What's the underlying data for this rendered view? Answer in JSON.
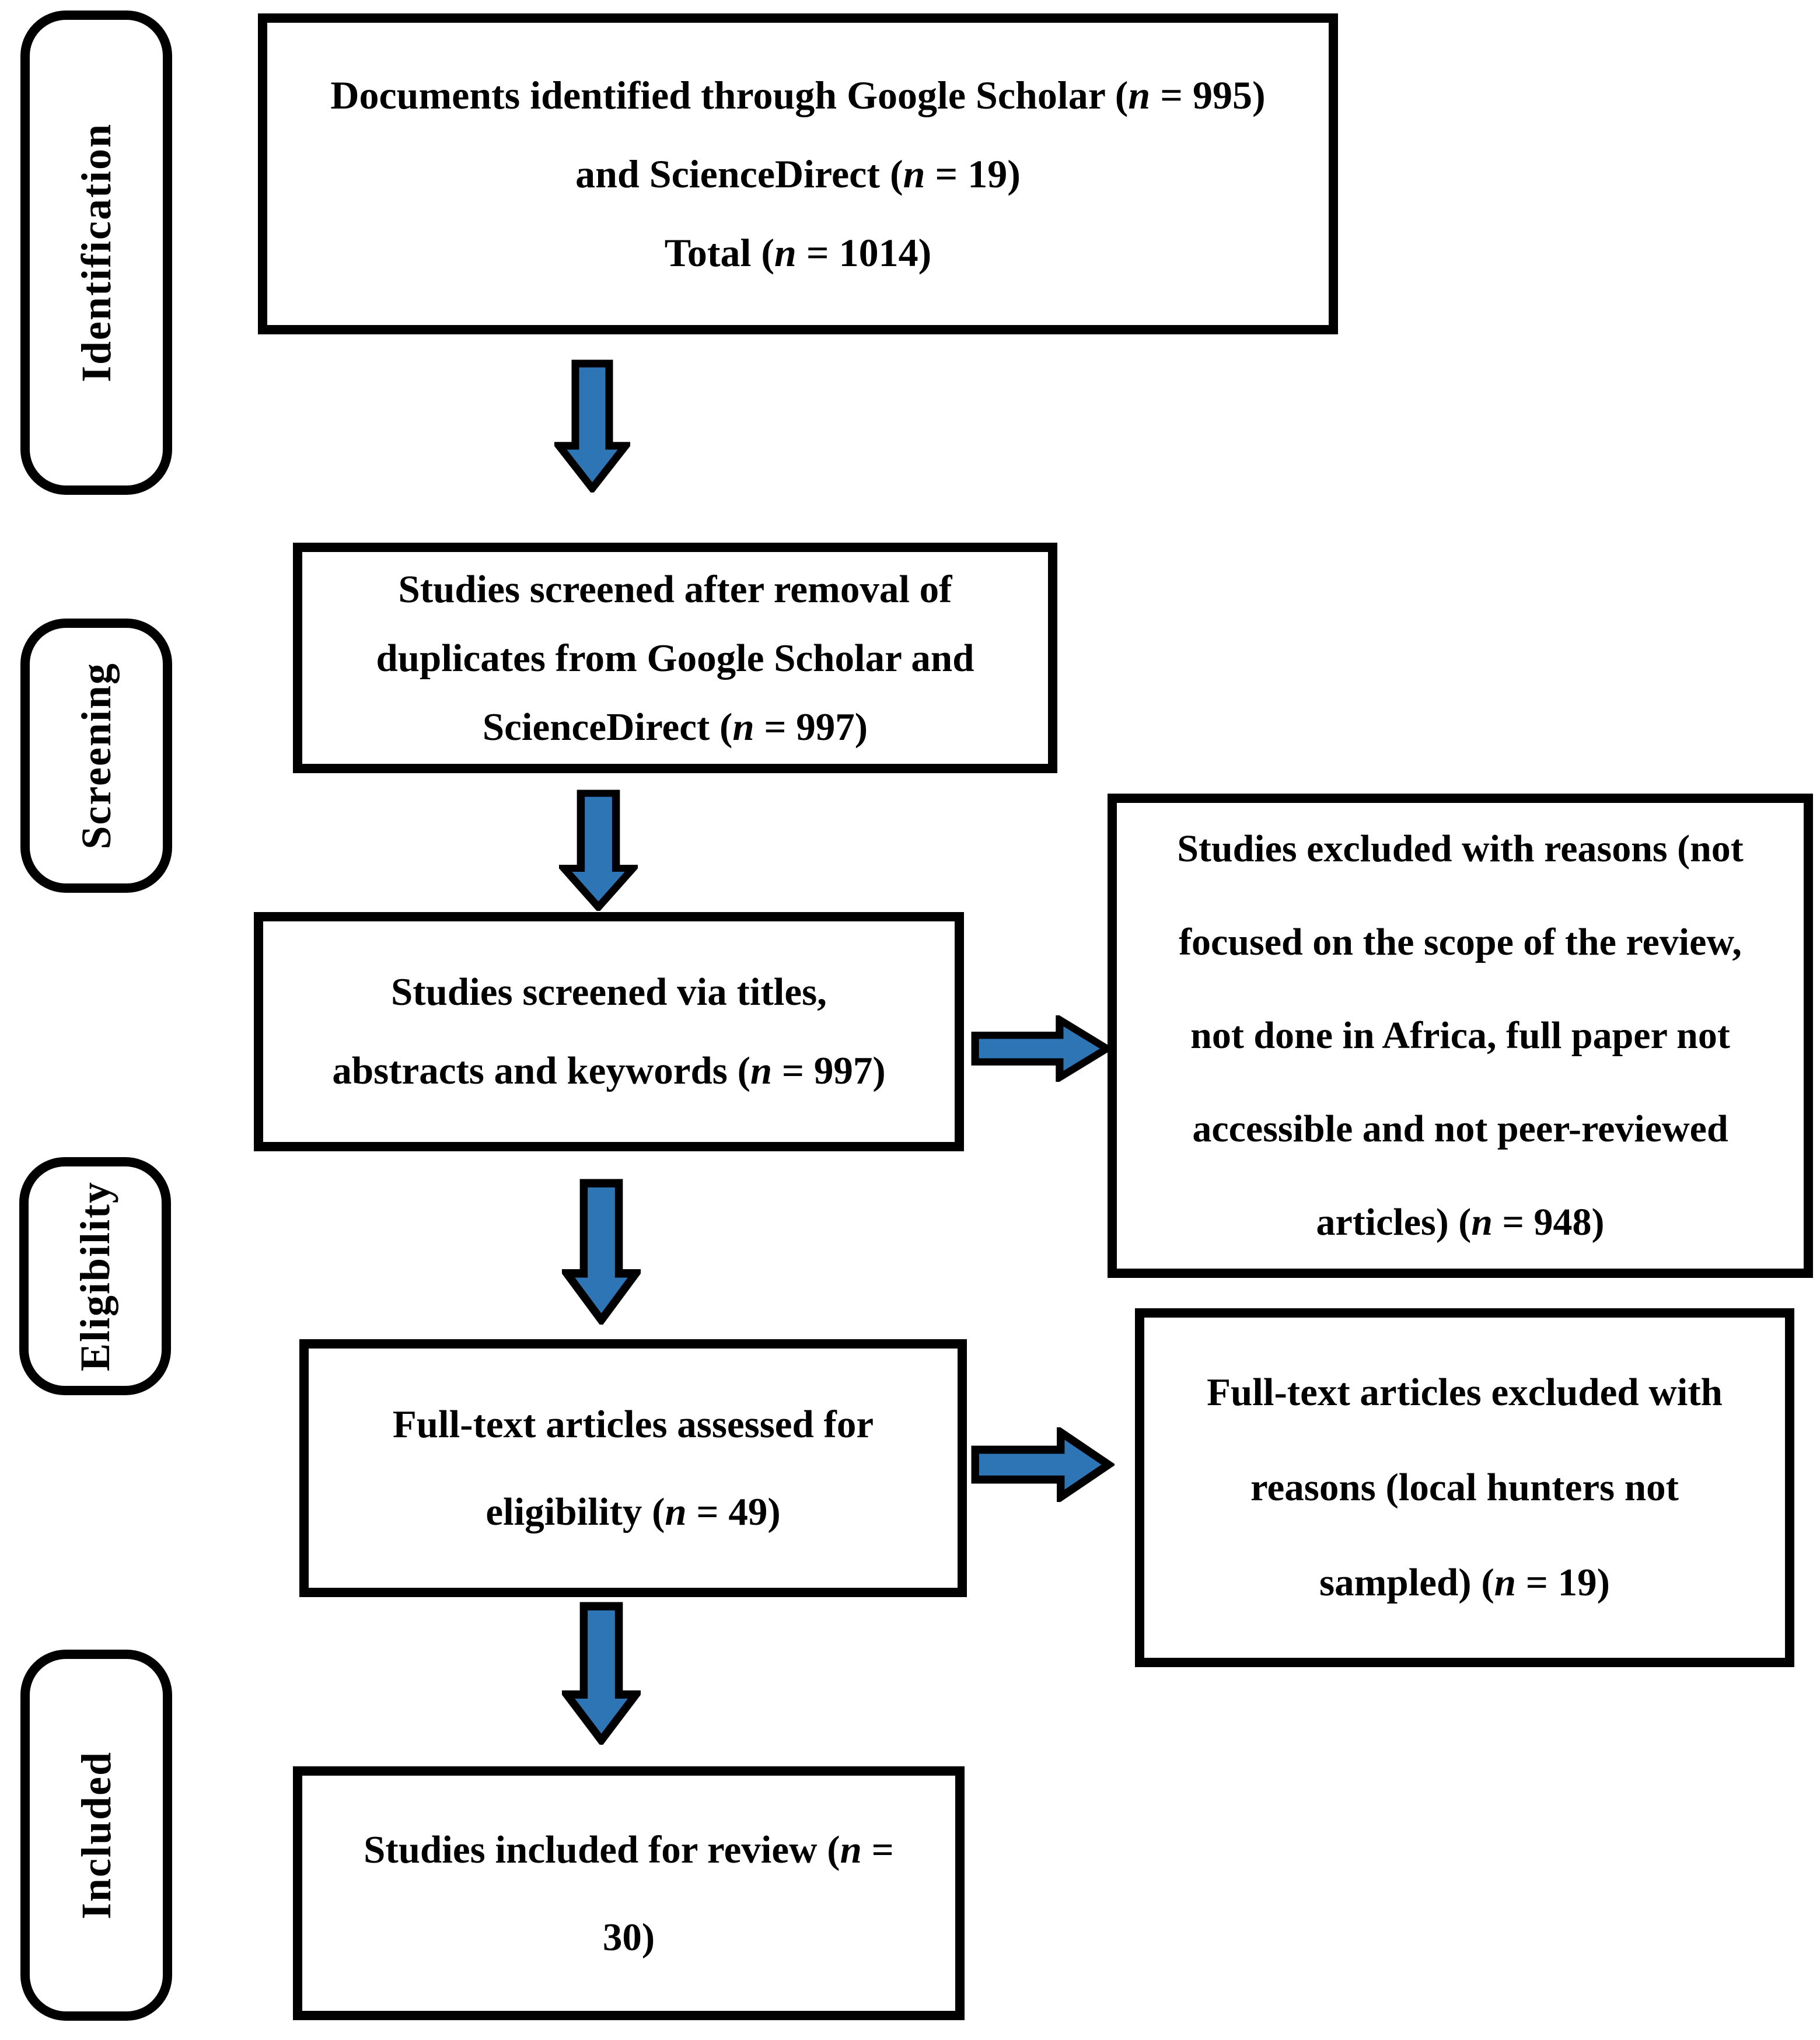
{
  "stages": [
    {
      "label": "Identification"
    },
    {
      "label": "Screening"
    },
    {
      "label": "Eligibility"
    },
    {
      "label": "Included"
    }
  ],
  "boxes": {
    "identified": {
      "lines": [
        [
          {
            "t": "Documents identified through Google Scholar ("
          },
          {
            "t": "n",
            "i": true
          },
          {
            "t": " = 995)"
          }
        ],
        [
          {
            "t": "and ScienceDirect ("
          },
          {
            "t": "n",
            "i": true
          },
          {
            "t": " = 19)"
          }
        ],
        [
          {
            "t": "Total ("
          },
          {
            "t": "n",
            "i": true
          },
          {
            "t": " = 1014)"
          }
        ]
      ]
    },
    "screened_duplicates": {
      "lines": [
        [
          {
            "t": "Studies screened after removal of"
          }
        ],
        [
          {
            "t": "duplicates from Google Scholar and"
          }
        ],
        [
          {
            "t": "ScienceDirect ("
          },
          {
            "t": "n",
            "i": true
          },
          {
            "t": " = 997)"
          }
        ]
      ]
    },
    "screened_titles": {
      "lines": [
        [
          {
            "t": "Studies screened via titles,"
          }
        ],
        [
          {
            "t": "abstracts and keywords ("
          },
          {
            "t": "n",
            "i": true
          },
          {
            "t": " = 997)"
          }
        ]
      ]
    },
    "excluded_screening": {
      "lines": [
        [
          {
            "t": "Studies excluded with reasons (not"
          }
        ],
        [
          {
            "t": "focused on the scope of the review,"
          }
        ],
        [
          {
            "t": "not done in Africa, full paper not"
          }
        ],
        [
          {
            "t": "accessible and not peer-reviewed"
          }
        ],
        [
          {
            "t": "articles) ("
          },
          {
            "t": "n",
            "i": true
          },
          {
            "t": " = 948)"
          }
        ]
      ]
    },
    "fulltext_assessed": {
      "lines": [
        [
          {
            "t": "Full-text articles assessed for"
          }
        ],
        [
          {
            "t": "eligibility ("
          },
          {
            "t": "n",
            "i": true
          },
          {
            "t": " = 49)"
          }
        ]
      ]
    },
    "excluded_fulltext": {
      "lines": [
        [
          {
            "t": "Full-text articles excluded with"
          }
        ],
        [
          {
            "t": "reasons (local hunters not"
          }
        ],
        [
          {
            "t": "sampled) ("
          },
          {
            "t": "n",
            "i": true
          },
          {
            "t": " = 19)"
          }
        ]
      ]
    },
    "included_review": {
      "lines": [
        [
          {
            "t": "Studies included for review ("
          },
          {
            "t": "n",
            "i": true
          },
          {
            "t": " ="
          }
        ],
        [
          {
            "t": "30)"
          }
        ]
      ]
    }
  },
  "colors": {
    "arrow_fill": "#2E75B6",
    "arrow_outline": "#000000",
    "box_border": "#000000",
    "text": "#000000",
    "background": "#FFFFFF"
  }
}
